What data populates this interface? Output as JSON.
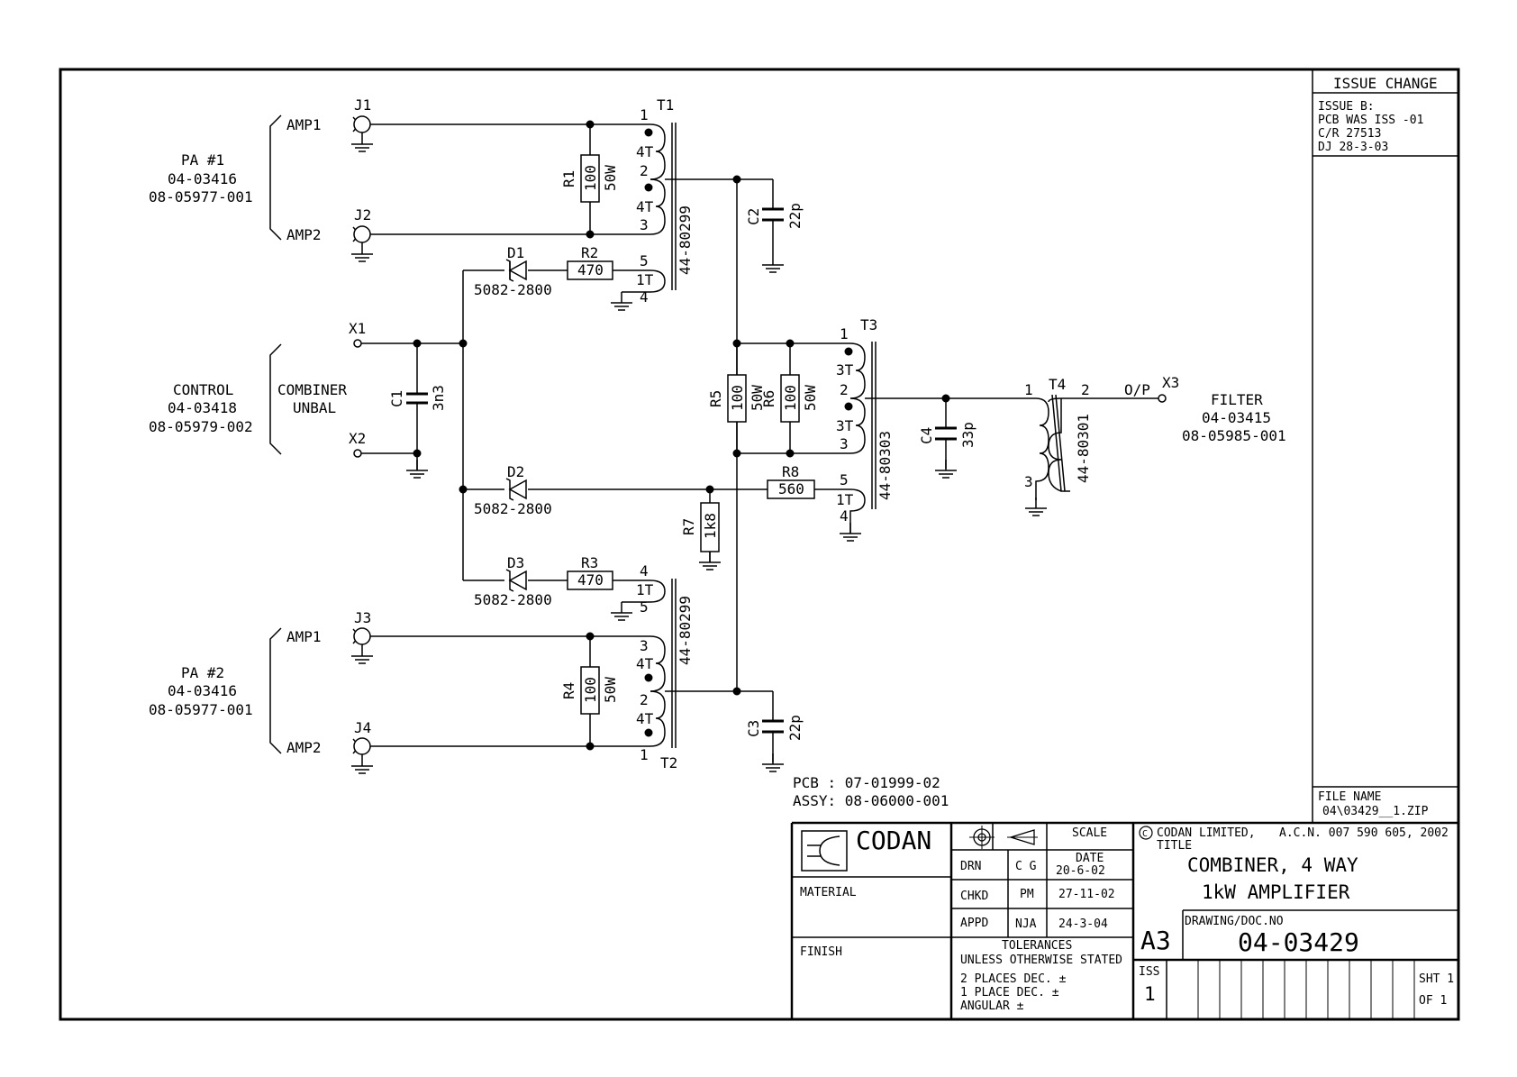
{
  "title_block": {
    "company": "CODAN",
    "copyright": "CODAN LIMITED,",
    "acn": "A.C.N. 007 590 605, 2002",
    "title_label": "TITLE",
    "title_line1": "COMBINER, 4 WAY",
    "title_line2": "1kW AMPLIFIER",
    "scale_label": "SCALE",
    "date_label": "DATE",
    "drn_label": "DRN",
    "drn_name": "C G",
    "drn_date": "20-6-02",
    "chkd_label": "CHKD",
    "chkd_name": "PM",
    "chkd_date": "27-11-02",
    "appd_label": "APPD",
    "appd_name": "NJA",
    "appd_date": "24-3-04",
    "material_label": "MATERIAL",
    "finish_label": "FINISH",
    "tolerances": "TOLERANCES",
    "tolerances_sub": "UNLESS OTHERWISE STATED",
    "tol_2places": "2 PLACES DEC. ±",
    "tol_1place": "1 PLACE DEC. ±",
    "tol_angular": "ANGULAR ±",
    "size": "A3",
    "drawing_label": "DRAWING/DOC.NO",
    "drawing_no": "04-03429",
    "iss_label": "ISS",
    "iss_value": "1",
    "sheet": "SHT 1",
    "of": "OF 1"
  },
  "issue_panel": {
    "header": "ISSUE CHANGE",
    "lines": [
      "ISSUE B:",
      "PCB WAS ISS -01",
      "C/R 27513",
      "DJ 28-3-03"
    ],
    "file_name_label": "FILE NAME",
    "file_name": "04\\03429__1.ZIP"
  },
  "pcb_info": {
    "pcb": "PCB : 07-01999-02",
    "assy": "ASSY: 08-06000-001"
  },
  "blocks": {
    "pa1": [
      "PA #1",
      "04-03416",
      "08-05977-001"
    ],
    "control": [
      "CONTROL",
      "04-03418",
      "08-05979-002"
    ],
    "pa2": [
      "PA #2",
      "04-03416",
      "08-05977-001"
    ],
    "filter": [
      "FILTER",
      "04-03415",
      "08-05985-001"
    ],
    "combiner": [
      "COMBINER",
      "UNBAL"
    ]
  },
  "connectors": {
    "j1": "J1",
    "j2": "J2",
    "j3": "J3",
    "j4": "J4",
    "amp1": "AMP1",
    "amp2": "AMP2",
    "x1": "X1",
    "x2": "X2",
    "x3": "X3",
    "op": "O/P"
  },
  "components": {
    "r1": "R1",
    "r1_val": "100",
    "r1_pwr": "50W",
    "r2": "R2",
    "r2_val": "470",
    "r3": "R3",
    "r3_val": "470",
    "r4": "R4",
    "r4_val": "100",
    "r4_pwr": "50W",
    "r5": "R5",
    "r5_val": "100",
    "r5_pwr": "50W",
    "r6": "R6",
    "r6_val": "100",
    "r6_pwr": "50W",
    "r7": "R7",
    "r7_val": "1k8",
    "r8": "R8",
    "r8_val": "560",
    "c1": "C1",
    "c1_val": "3n3",
    "c2": "C2",
    "c2_val": "22p",
    "c3": "C3",
    "c3_val": "22p",
    "c4": "C4",
    "c4_val": "33p",
    "d1": "D1",
    "d2": "D2",
    "d3": "D3",
    "diode_pn": "5082-2800",
    "t1": "T1",
    "t2": "T2",
    "t3": "T3",
    "t4": "T4",
    "t1_pn": "44-80299",
    "t2_pn": "44-80299",
    "t3_pn": "44-80303",
    "t4_pn": "44-80301",
    "turns_4t": "4T",
    "turns_3t": "3T",
    "turns_1t": "1T",
    "pin1": "1",
    "pin2": "2",
    "pin3": "3",
    "pin4": "4",
    "pin5": "5"
  }
}
